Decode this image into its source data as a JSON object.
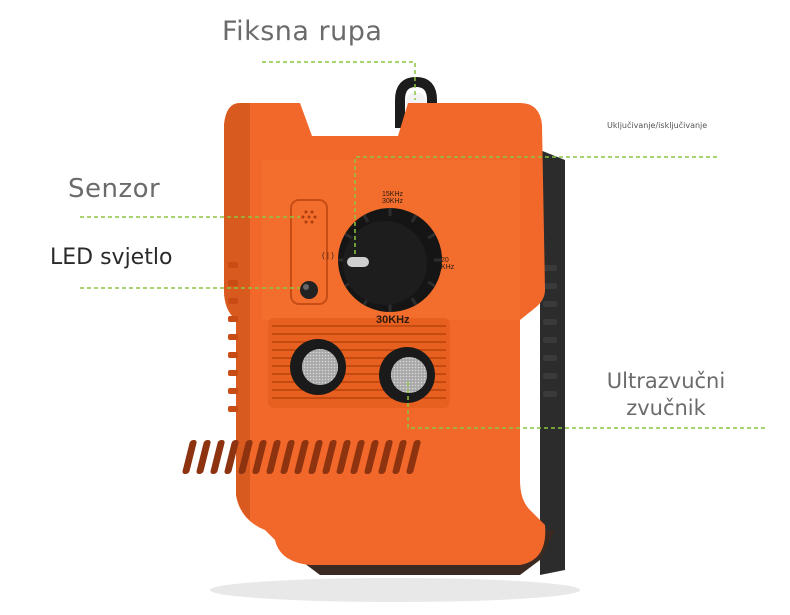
{
  "labels": {
    "fixed_hole": "Fiksna rupa",
    "sensor": "Senzor",
    "led_light": "LED svjetlo",
    "power_switch": "Uključivanje/isključivanje",
    "speaker_line1": "Ultrazvučni",
    "speaker_line2": "zvučnik"
  },
  "dial": {
    "mark_15k_line1": "15KHz",
    "mark_15k_line2": "30KHz",
    "mark_20k_line1": "20",
    "mark_20k_line2": "KHz",
    "mark_30k": "30KHz",
    "power_symbol": "( | )"
  },
  "colors": {
    "device_body": "#f2682a",
    "device_shadow": "#d24f15",
    "callout_line": "#8cc63f",
    "dial": "#1e1e1e",
    "label_text": "#6b6b6b"
  }
}
